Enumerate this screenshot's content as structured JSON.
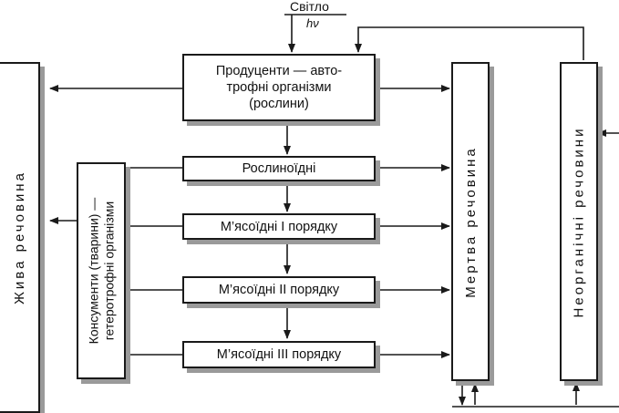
{
  "light": {
    "label": "Світло",
    "symbol": "hν"
  },
  "producers": {
    "line1": "Продуценти — авто-",
    "line2": "трофні організми",
    "line3": "(рослини)"
  },
  "herbivores": "Рослиноїдні",
  "carnivores1": "М’ясоїдні І порядку",
  "carnivores2": "М’ясоїдні ІІ порядку",
  "carnivores3": "М’ясоїдні ІІІ порядку",
  "consumers": {
    "line1": "Консументи (тварини) —",
    "line2": "гетеротрофні організми"
  },
  "living_matter": "Жива речовина",
  "dead_matter": "Мертва речовина",
  "inorganic_matter": "Неорганічні речовини"
}
